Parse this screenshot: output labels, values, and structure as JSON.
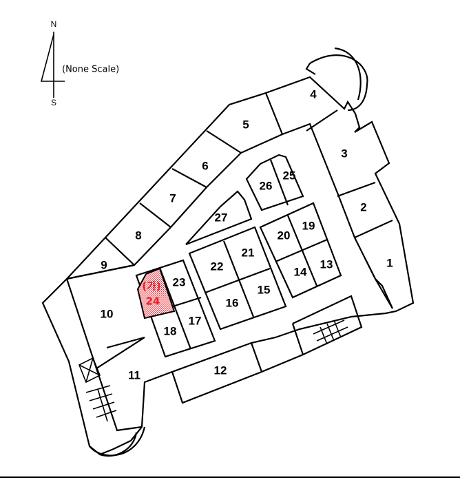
{
  "compass": {
    "north": "N",
    "south": "S",
    "scale_note": "(None Scale)"
  },
  "highlight": {
    "label_top": "(가)",
    "label_bottom": "24",
    "color": "#e8202a"
  },
  "units": {
    "u1": "1",
    "u2": "2",
    "u3": "3",
    "u4": "4",
    "u5": "5",
    "u6": "6",
    "u7": "7",
    "u8": "8",
    "u9": "9",
    "u10": "10",
    "u11": "11",
    "u12": "12",
    "u13": "13",
    "u14": "14",
    "u15": "15",
    "u16": "16",
    "u17": "17",
    "u18": "18",
    "u19": "19",
    "u20": "20",
    "u21": "21",
    "u22": "22",
    "u23": "23",
    "u25": "25",
    "u26": "26",
    "u27": "27"
  }
}
